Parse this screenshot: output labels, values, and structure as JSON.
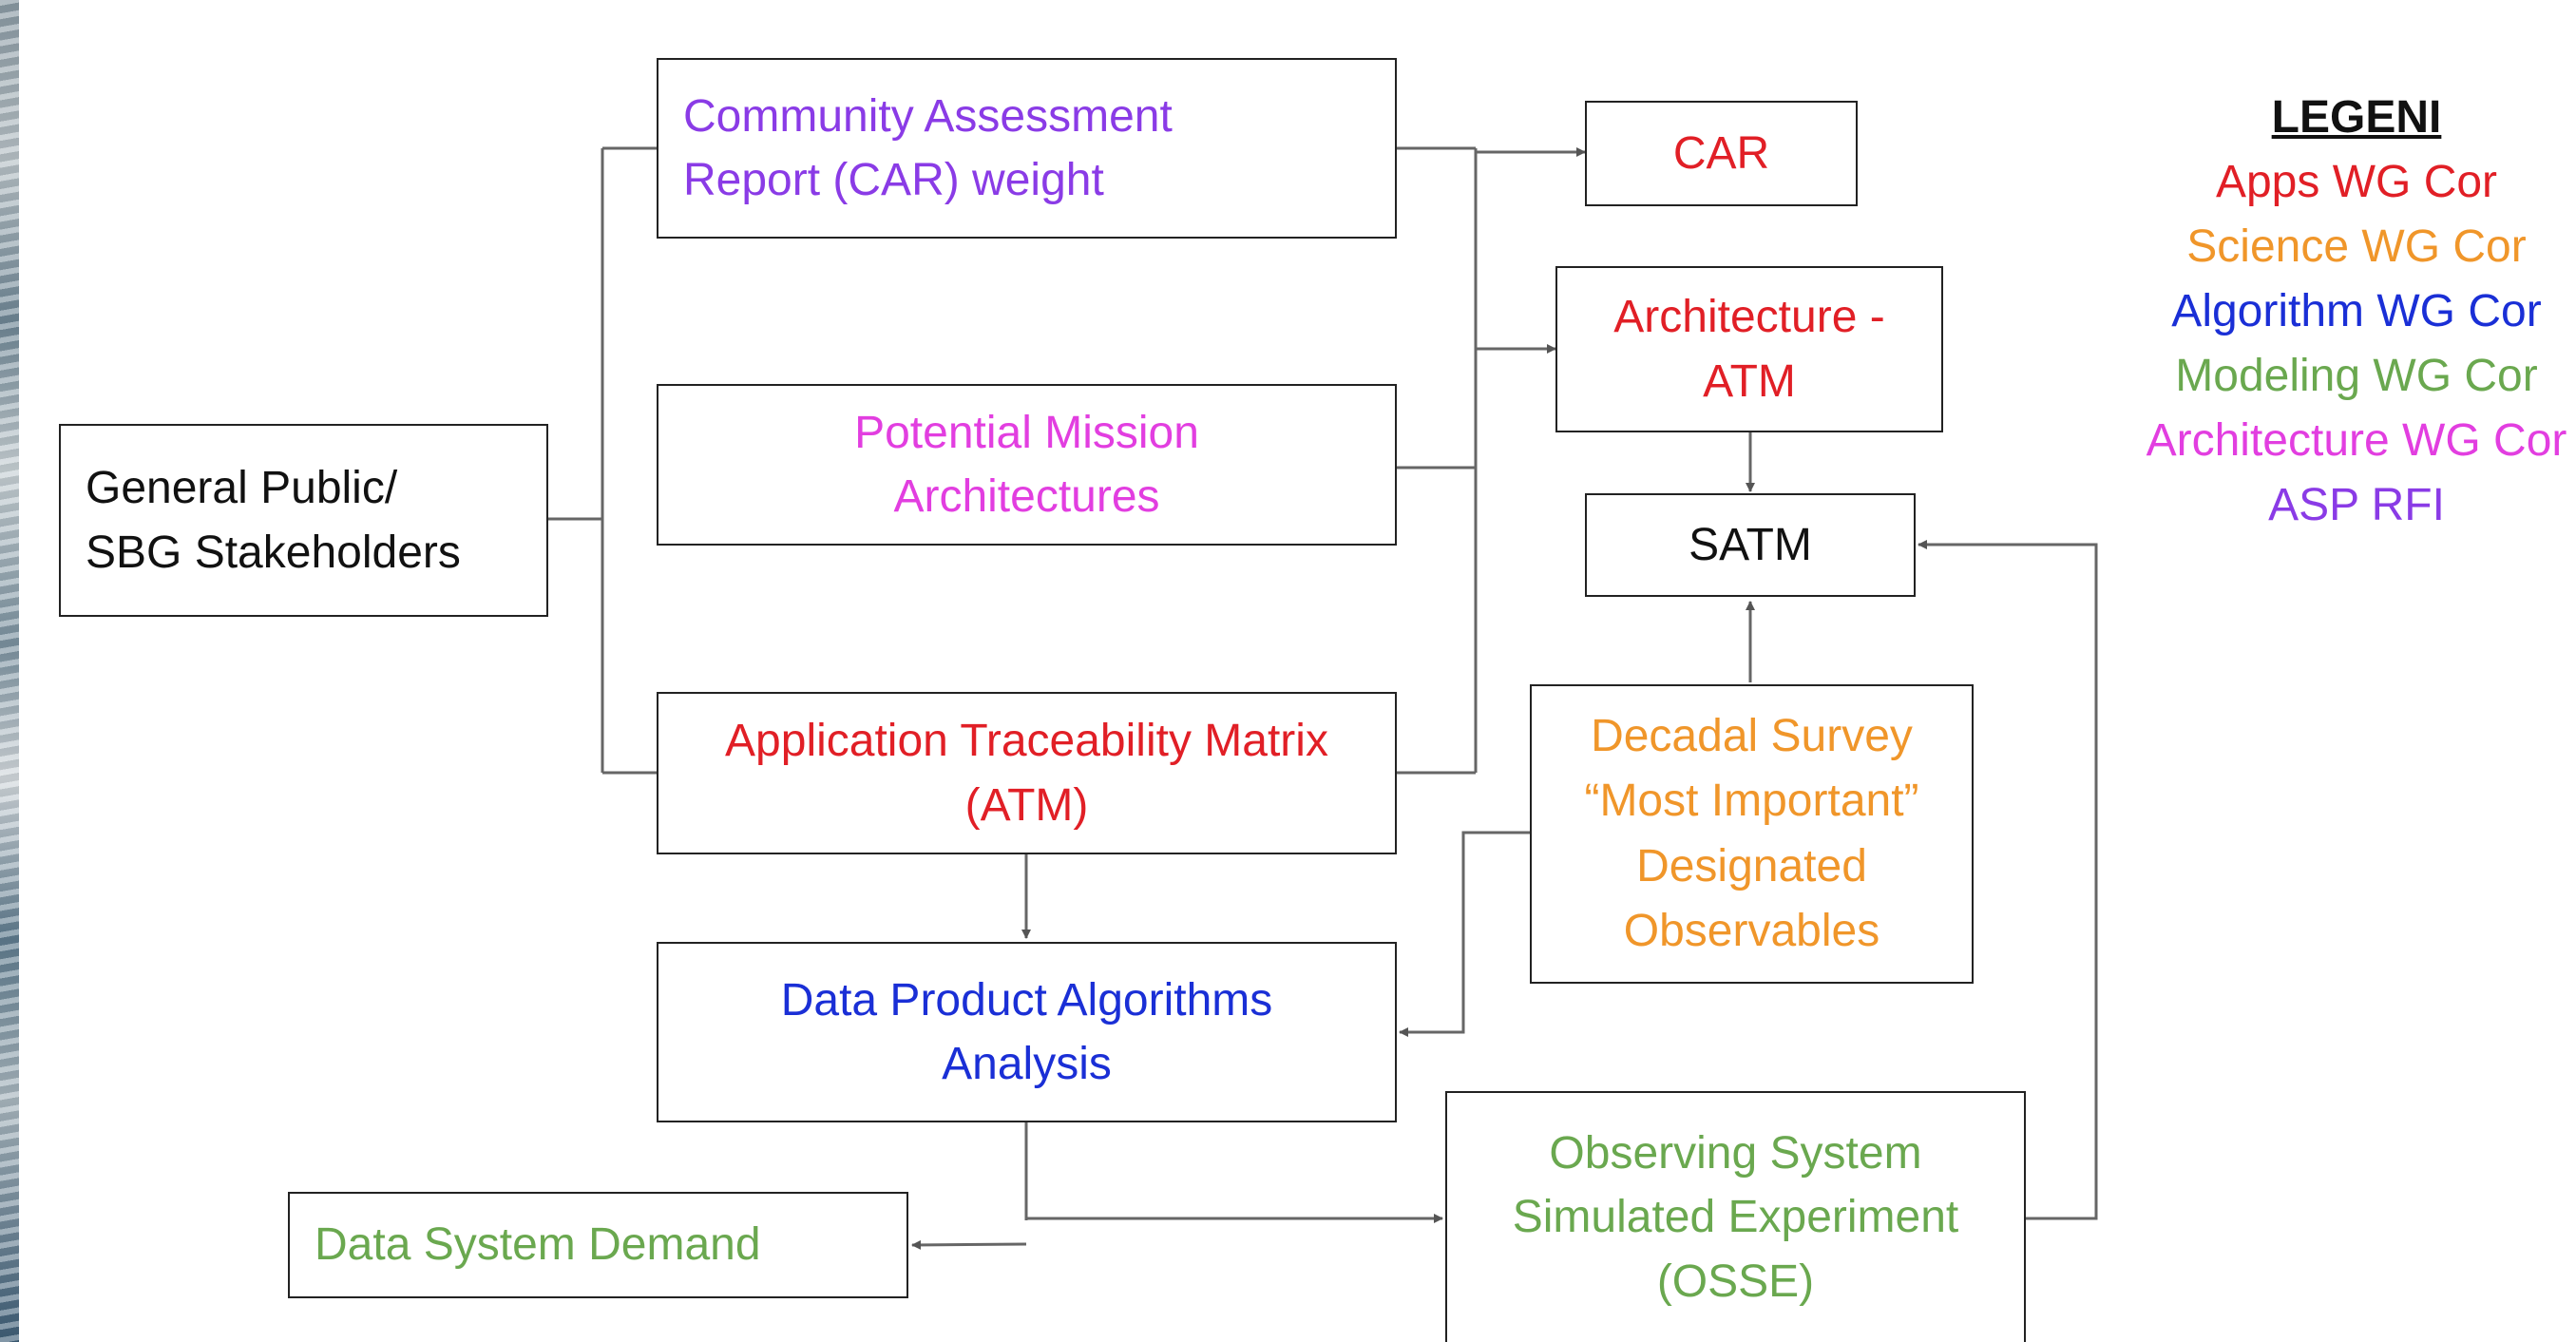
{
  "colors": {
    "apps": "#e11f26",
    "science": "#f0962a",
    "algorithm": "#1a2fd6",
    "modeling": "#6aa84f",
    "architecture": "#e23ee0",
    "asp": "#8a3be6",
    "black": "#111111"
  },
  "boxes": {
    "general_public": "General Public/\nSBG Stakeholders",
    "car_weight": "Community Assessment\nReport (CAR) weight",
    "potential_mission": "Potential Mission\nArchitectures",
    "atm": "Application Traceability Matrix\n(ATM)",
    "data_product": "Data Product Algorithms\nAnalysis",
    "data_system": "Data System Demand",
    "car": "CAR",
    "architecture_atm": "Architecture -\nATM",
    "satm": "SATM",
    "decadal_survey": "Decadal Survey\n“Most Important”\nDesignated\nObservables",
    "osse": "Observing System\nSimulated Experiment\n(OSSE)"
  },
  "legend": {
    "title": "LEGENI",
    "items": [
      {
        "label": "Apps WG Cor",
        "color_key": "apps"
      },
      {
        "label": "Science WG Cor",
        "color_key": "science"
      },
      {
        "label": "Algorithm WG Cor",
        "color_key": "algorithm"
      },
      {
        "label": "Modeling WG Cor",
        "color_key": "modeling"
      },
      {
        "label": "Architecture WG Cor",
        "color_key": "architecture"
      },
      {
        "label": "ASP RFI",
        "color_key": "asp"
      }
    ]
  }
}
